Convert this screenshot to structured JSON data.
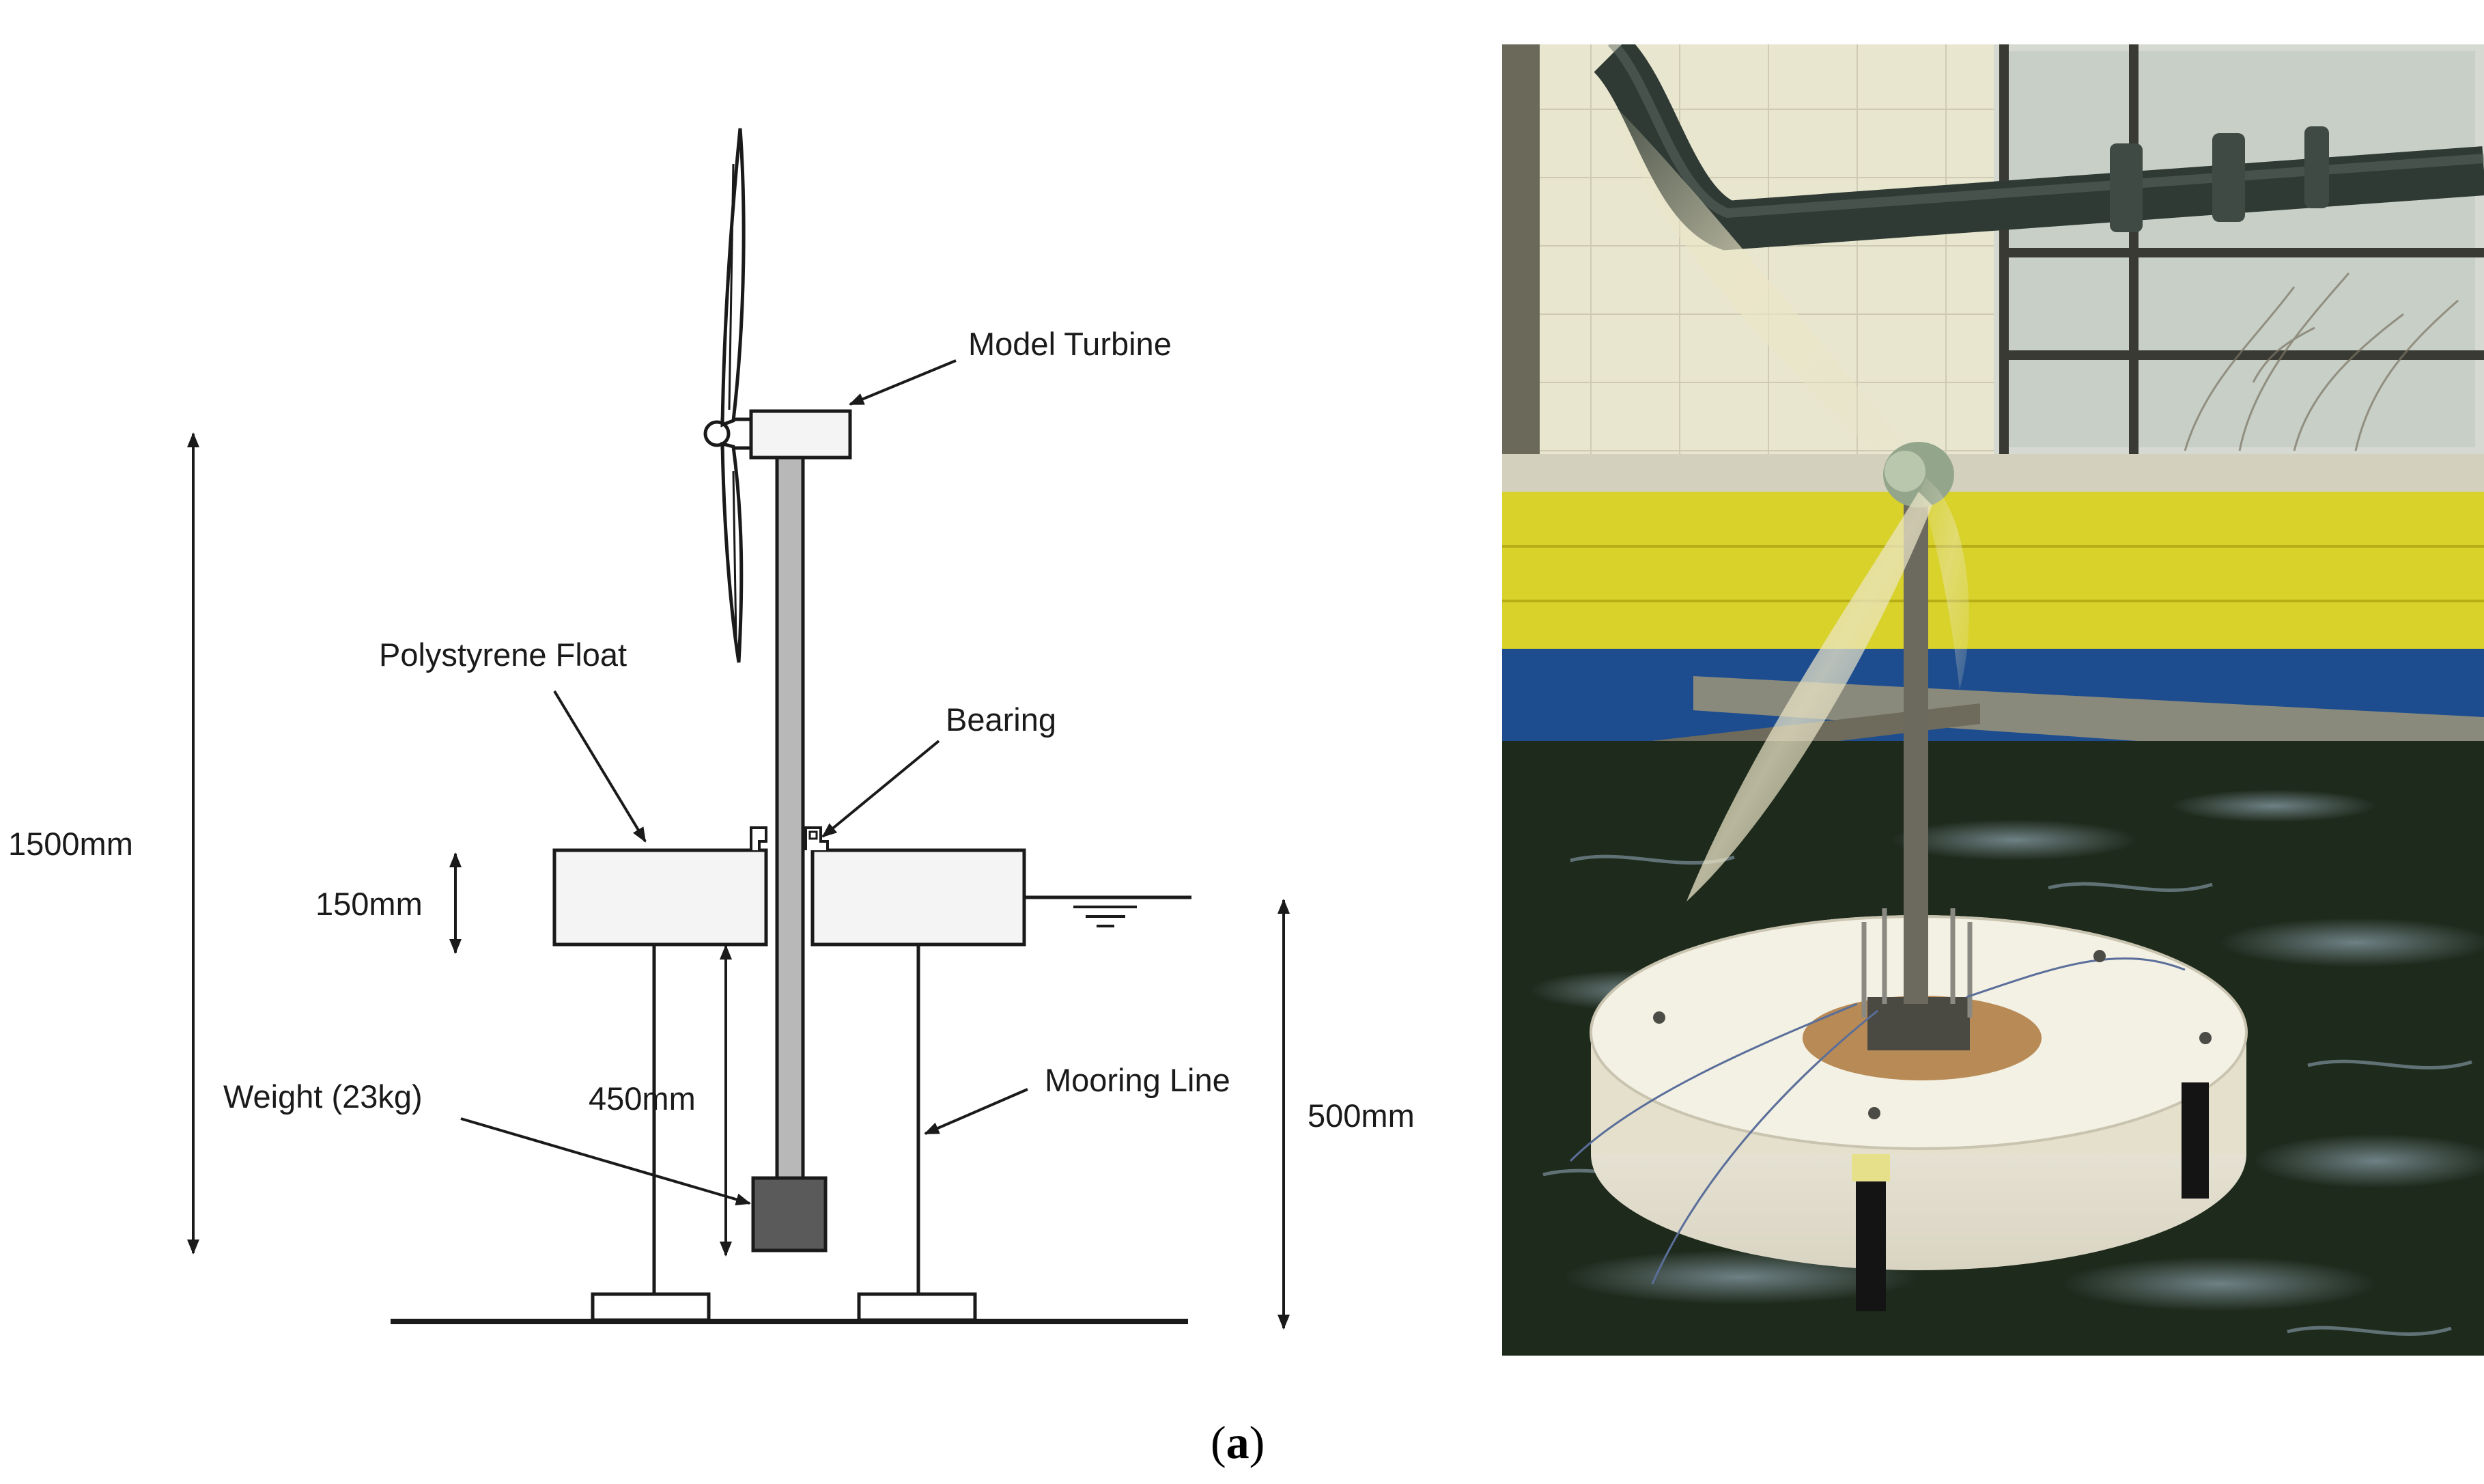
{
  "figure": {
    "caption_open": "(",
    "caption_letter": "a",
    "caption_close": ")"
  },
  "diagram": {
    "labels": {
      "model_turbine": "Model Turbine",
      "polystyrene_float": "Polystyrene Float",
      "bearing": "Bearing",
      "weight": "Weight (23kg)",
      "mooring_line": "Mooring Line"
    },
    "dimensions": {
      "total_height": "1500mm",
      "float_height": "150mm",
      "weight_depth": "450mm",
      "water_depth": "500mm"
    }
  },
  "colors": {
    "line": "#1a1a1a",
    "float_fill": "#f4f4f4",
    "tower_fill": "#b8b8b8",
    "weight_fill": "#5a5a5a",
    "water_tank": "#1e2a1c",
    "wall_yellow": "#d8d22a",
    "tank_blue": "#1d4d8f"
  },
  "photo": {
    "subject": "model floating wind turbine in wave tank"
  }
}
